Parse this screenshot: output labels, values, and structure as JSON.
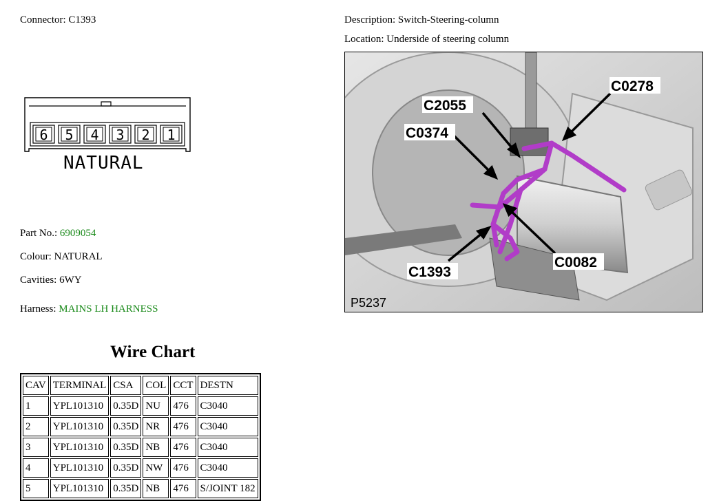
{
  "connector": {
    "label": "Connector:",
    "value": "C1393"
  },
  "description": {
    "label": "Description:",
    "value": "Switch-Steering-column"
  },
  "location": {
    "label": "Location:",
    "value": "Underside of steering column"
  },
  "connector_drawing": {
    "pins": [
      "6",
      "5",
      "4",
      "3",
      "2",
      "1"
    ],
    "caption": "NATURAL"
  },
  "part_no": {
    "label": "Part No.:",
    "value": "6909054"
  },
  "colour": {
    "label": "Colour:",
    "value": "NATURAL"
  },
  "cavities": {
    "label": "Cavities:",
    "value": "6WY"
  },
  "harness": {
    "label": "Harness:",
    "value": "MAINS LH HARNESS"
  },
  "photo": {
    "callouts": [
      "C2055",
      "C0278",
      "C0374",
      "C1393",
      "C0082"
    ],
    "ref": "P5237",
    "highlight_color": "#b13cc8"
  },
  "wire_chart": {
    "title": "Wire Chart",
    "headers": [
      "CAV",
      "TERMINAL",
      "CSA",
      "COL",
      "CCT",
      "DESTN"
    ],
    "rows": [
      [
        "1",
        "YPL101310",
        "0.35D",
        "NU",
        "476",
        "C3040"
      ],
      [
        "2",
        "YPL101310",
        "0.35D",
        "NR",
        "476",
        "C3040"
      ],
      [
        "3",
        "YPL101310",
        "0.35D",
        "NB",
        "476",
        "C3040"
      ],
      [
        "4",
        "YPL101310",
        "0.35D",
        "NW",
        "476",
        "C3040"
      ],
      [
        "5",
        "YPL101310",
        "0.35D",
        "NB",
        "476",
        "S/JOINT 182"
      ]
    ]
  }
}
